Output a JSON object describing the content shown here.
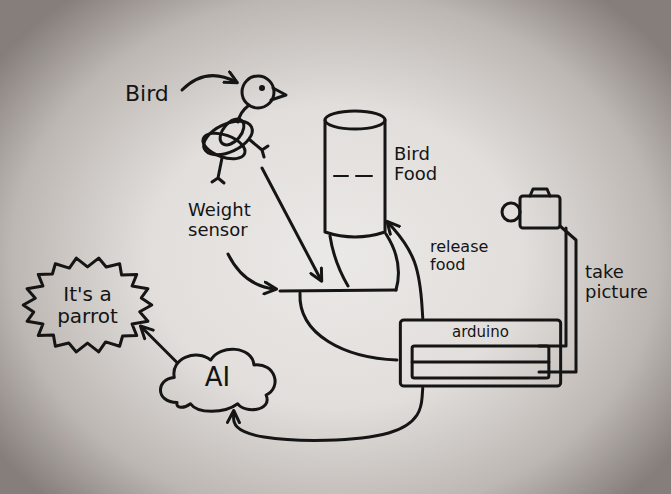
{
  "diagram": {
    "nodes": [
      {
        "text": [
          "Bird Food"
        ]
      },
      {
        "text": [
          "It's a parrot"
        ]
      },
      {
        "text": [
          "arduino"
        ]
      },
      {
        "text": [
          "AI"
        ]
      }
    ],
    "edges": [
      {
        "from": 2,
        "to": 0,
        "arrow": "to",
        "label": "release food"
      },
      {
        "from": 2,
        "to": 3,
        "arrow": "to"
      },
      {
        "from": 3,
        "to": 1,
        "arrow": "to"
      }
    ],
    "labels": [
      "Bird",
      "Weight sensor",
      "take picture"
    ]
  }
}
